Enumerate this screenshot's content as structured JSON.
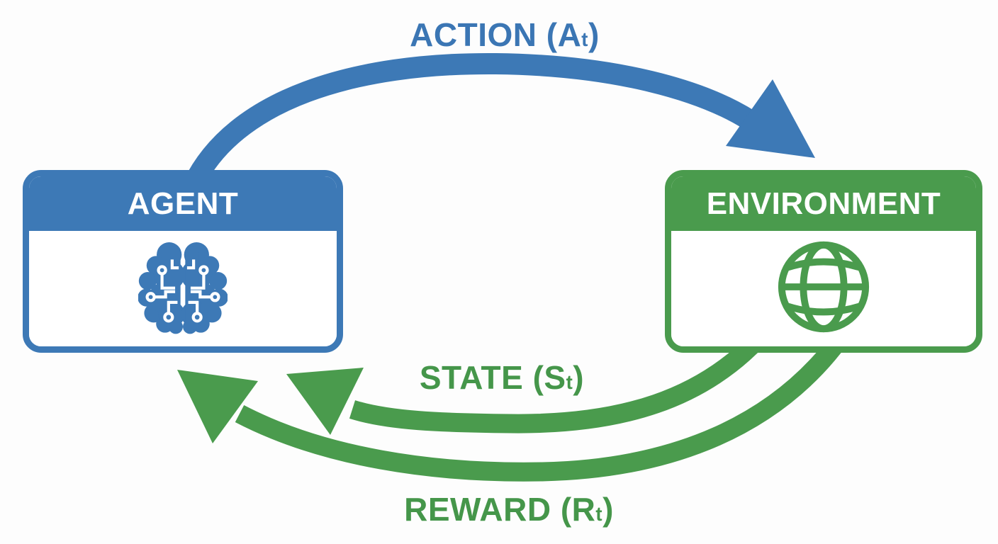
{
  "diagram": {
    "type": "reinforcement-learning-loop",
    "nodes": {
      "agent": {
        "label": "AGENT",
        "icon": "brain-circuit-icon",
        "color": "#3d79b6"
      },
      "environment": {
        "label": "ENVIRONMENT",
        "icon": "globe-icon",
        "color": "#4a9b4d"
      }
    },
    "arrows": {
      "action": {
        "label": "ACTION (At)",
        "prefix": "ACTION (A",
        "subscript": "t",
        "suffix": ")",
        "from": "AGENT",
        "to": "ENVIRONMENT",
        "color": "#3d79b6"
      },
      "state": {
        "label": "STATE (St)",
        "prefix": "STATE (S",
        "subscript": "t",
        "suffix": ")",
        "from": "ENVIRONMENT",
        "to": "AGENT",
        "color": "#4a9b4d"
      },
      "reward": {
        "label": "REWARD (Rt)",
        "prefix": "REWARD (R",
        "subscript": "t",
        "suffix": ")",
        "from": "ENVIRONMENT",
        "to": "AGENT",
        "color": "#4a9b4d"
      }
    },
    "colors": {
      "blue": "#3d79b6",
      "green": "#4a9b4d",
      "label_blue": "#3b76b4",
      "label_green": "#45964a",
      "background": "#fdfdfd",
      "box_text": "#ffffff"
    }
  }
}
